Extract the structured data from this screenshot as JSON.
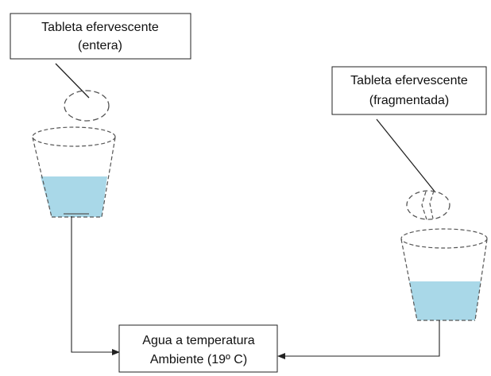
{
  "labels": {
    "whole_tablet_line1": "Tableta efervescente",
    "whole_tablet_line2": "(entera)",
    "fragmented_tablet_line1": "Tableta efervescente",
    "fragmented_tablet_line2": "(fragmentada)",
    "water_line1": "Agua a temperatura",
    "water_line2": "Ambiente (19º C)"
  },
  "colors": {
    "water": "#a9d8e8",
    "stroke": "#222222",
    "dashed_stroke": "#555555",
    "background": "#ffffff"
  }
}
